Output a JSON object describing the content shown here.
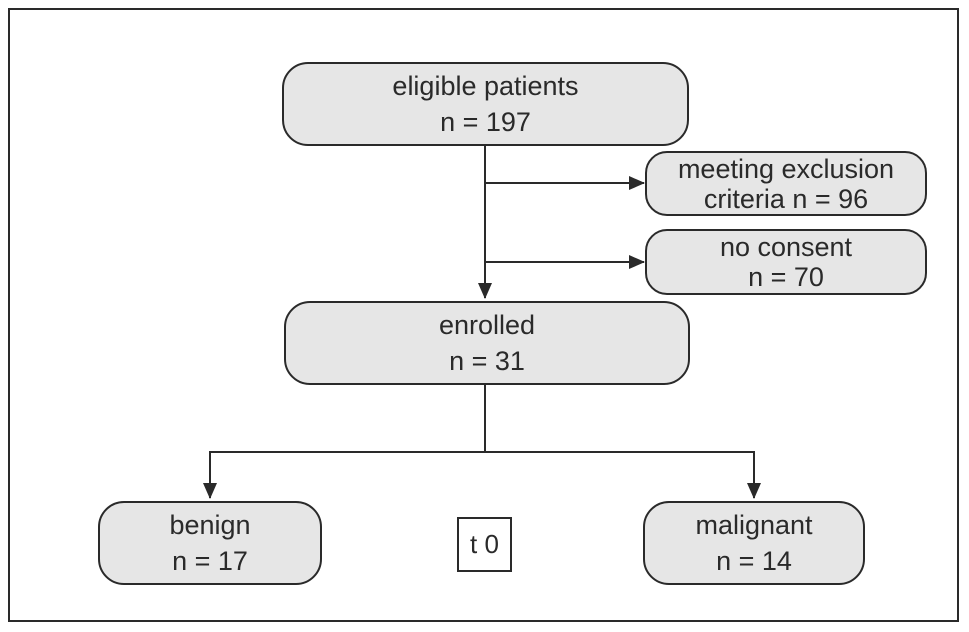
{
  "nodes": {
    "eligible": {
      "line1": "eligible patients",
      "line2": "n = 197"
    },
    "exclusion": {
      "line1": "meeting exclusion",
      "line2": "criteria n = 96"
    },
    "no_consent": {
      "line1": "no consent",
      "line2": "n = 70"
    },
    "enrolled": {
      "line1": "enrolled",
      "line2": "n = 31"
    },
    "benign": {
      "line1": "benign",
      "line2": "n = 17"
    },
    "malignant": {
      "line1": "malignant",
      "line2": "n = 14"
    }
  },
  "timepoint_label": "t 0",
  "colors": {
    "node_fill": "#e6e6e6",
    "stroke": "#2a2a2a",
    "background": "#ffffff"
  }
}
